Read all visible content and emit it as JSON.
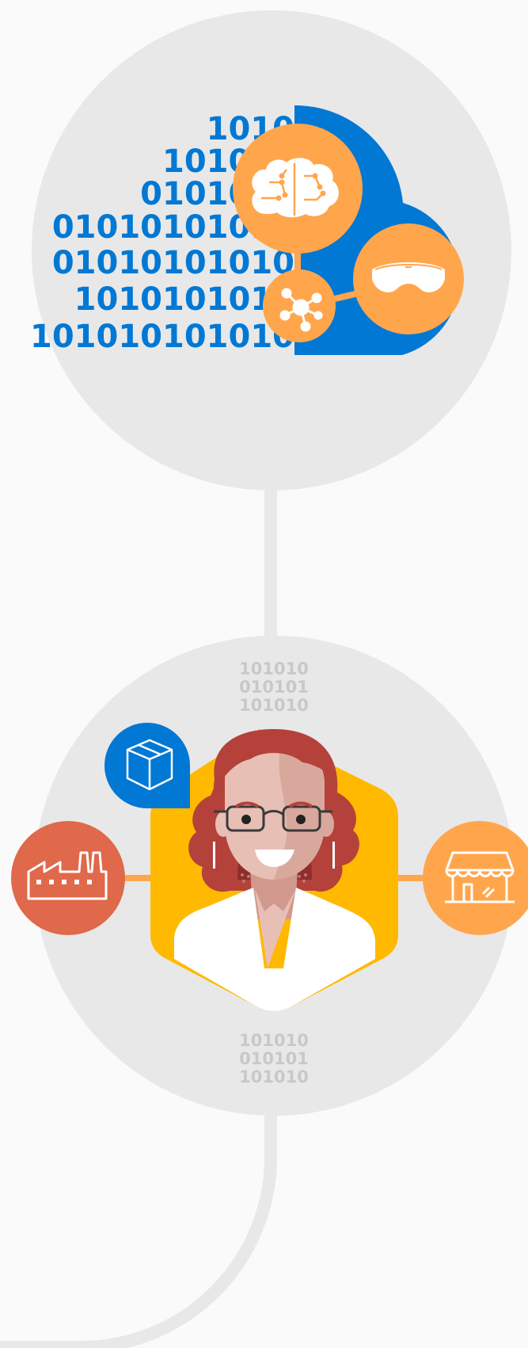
{
  "illustration": {
    "colors": {
      "background": "#fafafa",
      "circle": "#e8e8e8",
      "connector": "#e8e8e8",
      "binary_blue": "#0078d4",
      "cloud_blue": "#0078d4",
      "orange": "#ffa64d",
      "hexagon_yellow": "#ffb900",
      "factory_red": "#e0684b",
      "hair": "#b5413b",
      "skin": "#e8bfb5",
      "shirt": "#ffffff",
      "binary_grey": "#c8c8c8"
    },
    "icons": {
      "top": [
        "brain-circuit-icon",
        "network-node-icon",
        "mixed-reality-headset-icon",
        "cloud-shape"
      ],
      "bottom": [
        "package-box-icon",
        "factory-icon",
        "storefront-icon",
        "person-avatar"
      ]
    },
    "binary_block_top": [
      "1010",
      "101010",
      "0101010",
      "01010101010",
      "01010101010",
      "1010101010",
      "101010101010"
    ],
    "binary_block_upper": [
      "101010",
      "010101",
      "101010"
    ],
    "binary_block_lower": [
      "101010",
      "010101",
      "101010"
    ]
  }
}
